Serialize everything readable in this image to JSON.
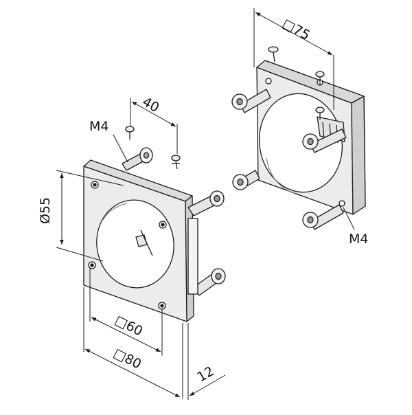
{
  "dimensions": {
    "sq75": "□75",
    "d40": "40",
    "m4_top": "M4",
    "m4_right": "M4",
    "phi55": "Ø55",
    "sq60": "□60",
    "sq80": "□80",
    "d12": "12"
  },
  "colors": {
    "stroke": "#1a1a1a",
    "plate_face": "#ececec",
    "plate_side": "#d6d6d6",
    "bore": "#ffffff",
    "inner_shadow": "#bdbdbd"
  }
}
